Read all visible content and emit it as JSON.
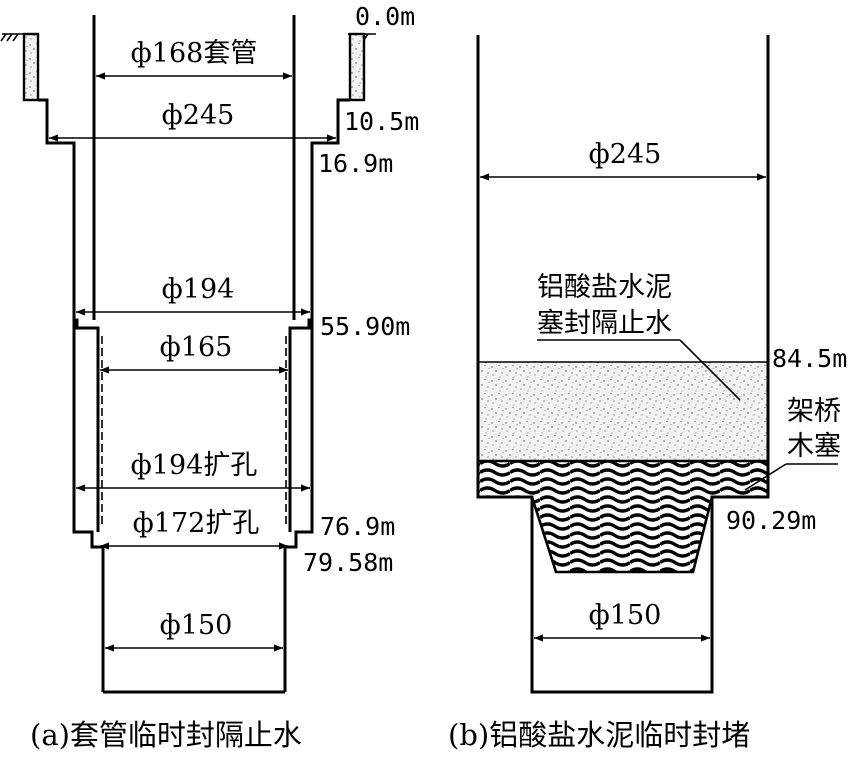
{
  "left": {
    "caption": "(a)套管临时封隔止水",
    "dims": {
      "casing": "ф168套管",
      "d245": "ф245",
      "d194": "ф194",
      "d165": "ф165",
      "d194r": "ф194扩孔",
      "d172r": "ф172扩孔",
      "d150": "ф150"
    },
    "depths": {
      "d0": "0.0m",
      "d10": "10.5m",
      "d16": "16.9m",
      "d55": "55.90m",
      "d76": "76.9m",
      "d79": "79.58m"
    }
  },
  "right": {
    "caption": "(b)铝酸盐水泥临时封堵",
    "dims": {
      "d245": "ф245",
      "d150": "ф150"
    },
    "cement_label": [
      "铝酸盐水泥",
      "塞封隔止水"
    ],
    "plug_label": [
      "架桥",
      "木塞"
    ],
    "depths": {
      "d84": "84.5m",
      "d90": "90.29m"
    }
  }
}
